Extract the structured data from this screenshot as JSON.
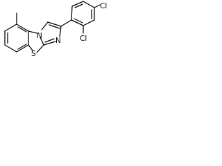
{
  "molecule": {
    "atoms": {
      "methyl": "",
      "nitrogen_bridge": "N",
      "nitrogen_imidazole": "N",
      "sulfur": "S",
      "chlorine_para": "Cl",
      "chlorine_ortho": "Cl"
    }
  }
}
